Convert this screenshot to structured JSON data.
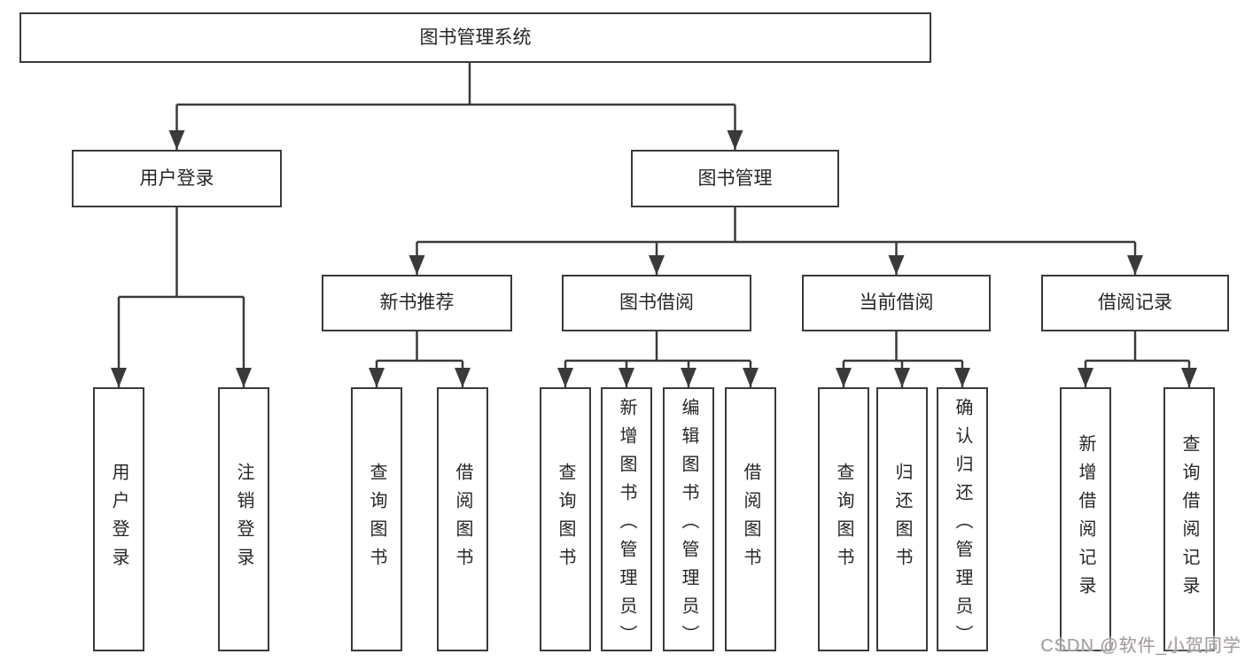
{
  "diagram": {
    "title": "图书管理系统",
    "level2": {
      "user_login": "用户登录",
      "book_management": "图书管理"
    },
    "level3": {
      "new_book_recommend": "新书推荐",
      "book_borrow": "图书借阅",
      "current_borrow": "当前借阅",
      "borrow_record": "借阅记录"
    },
    "leaves": {
      "user_login": [
        "用户登录",
        "注销登录"
      ],
      "new_book_recommend": [
        "查询图书",
        "借阅图书"
      ],
      "book_borrow": [
        "查询图书",
        "新增图书（管理员）",
        "编辑图书（管理员）",
        "借阅图书"
      ],
      "current_borrow": [
        "查询图书",
        "归还图书",
        "确认归还（管理员）"
      ],
      "borrow_record": [
        "新增借阅记录",
        "查询借阅记录"
      ]
    },
    "watermark_text": "CSDN @软件_小贺同学",
    "colors": {
      "line": "#3a3a3a",
      "box_border": "#3a3a3a",
      "box_fill": "#ffffff",
      "text": "#262626",
      "background": "#ffffff",
      "watermark": "#9c9c9c"
    }
  }
}
